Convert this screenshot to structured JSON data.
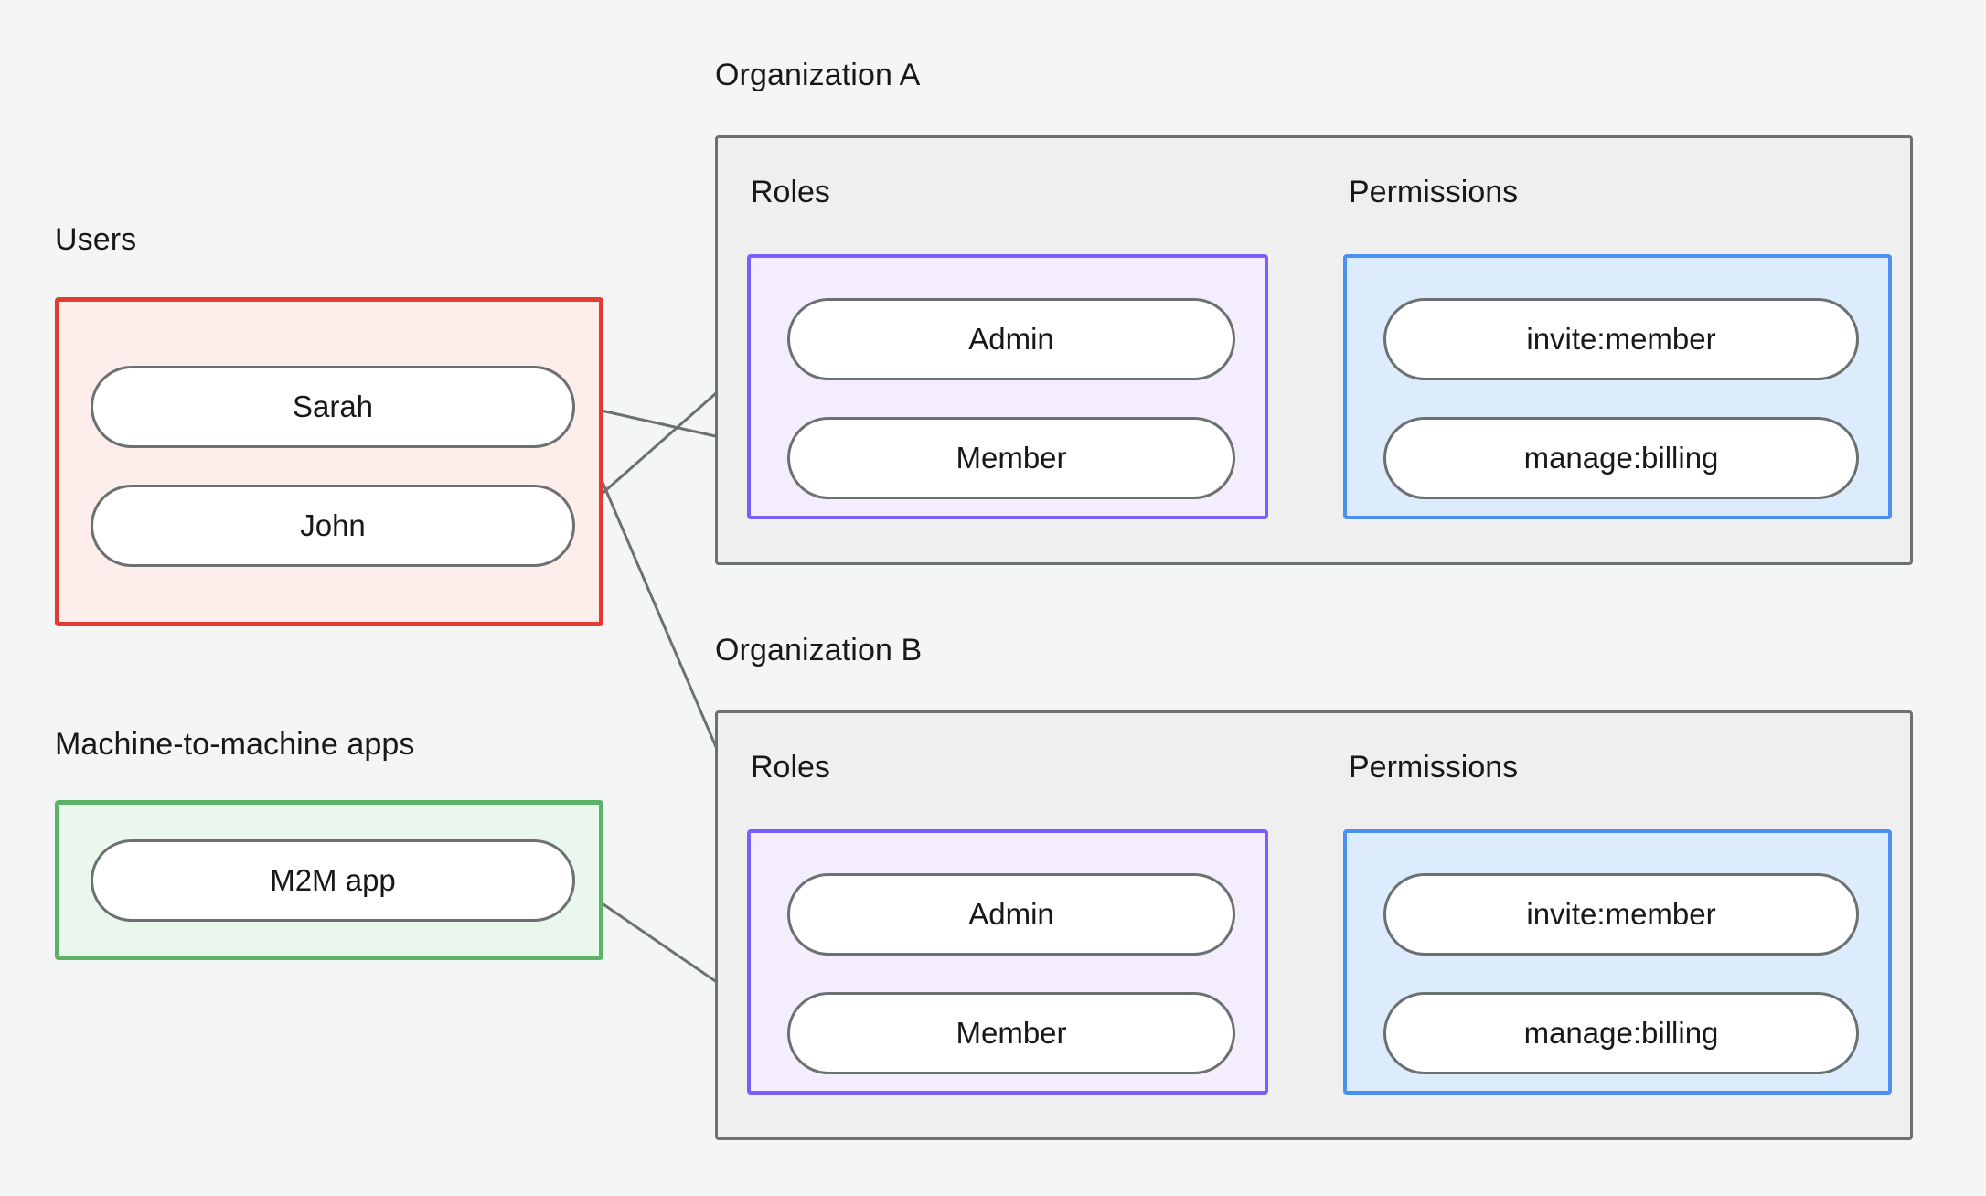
{
  "diagram": {
    "title_users": "Users",
    "title_m2m": "Machine-to-machine apps",
    "title_org_a": "Organization A",
    "title_org_b": "Organization B",
    "label_roles": "Roles",
    "label_permissions": "Permissions",
    "users": [
      {
        "id": "sarah",
        "label": "Sarah"
      },
      {
        "id": "john",
        "label": "John"
      }
    ],
    "m2m_apps": [
      {
        "id": "m2m",
        "label": "M2M app"
      }
    ],
    "organizations": [
      {
        "id": "org_a",
        "name": "Organization A",
        "roles_label": "Roles",
        "permissions_label": "Permissions",
        "roles": [
          {
            "id": "a_admin",
            "label": "Admin"
          },
          {
            "id": "a_member",
            "label": "Member"
          }
        ],
        "permissions": [
          {
            "id": "a_invite",
            "label": "invite:member"
          },
          {
            "id": "a_billing",
            "label": "manage:billing"
          }
        ]
      },
      {
        "id": "org_b",
        "name": "Organization B",
        "roles_label": "Roles",
        "permissions_label": "Permissions",
        "roles": [
          {
            "id": "b_admin",
            "label": "Admin"
          },
          {
            "id": "b_member",
            "label": "Member"
          }
        ],
        "permissions": [
          {
            "id": "b_invite",
            "label": "invite:member"
          },
          {
            "id": "b_billing",
            "label": "manage:billing"
          }
        ]
      }
    ],
    "connections": [
      {
        "from": "john",
        "to": "a_admin"
      },
      {
        "from": "sarah",
        "to": "a_member"
      },
      {
        "from": "sarah",
        "to": "b_admin"
      },
      {
        "from": "m2m",
        "to": "b_member"
      },
      {
        "from": "a_admin",
        "to": "a_invite"
      },
      {
        "from": "a_admin",
        "to": "a_billing"
      },
      {
        "from": "a_member",
        "to": "a_billing"
      },
      {
        "from": "b_admin",
        "to": "b_invite"
      },
      {
        "from": "b_admin",
        "to": "b_billing"
      },
      {
        "from": "b_member",
        "to": "b_billing"
      }
    ],
    "colors": {
      "background": "#f4f6f6",
      "users_border": "#e23b32",
      "users_fill": "#fdedeb",
      "m2m_border": "#5cb368",
      "m2m_fill": "#e9f7ec",
      "roles_border": "#7c5cfa",
      "roles_fill": "#f3edfd",
      "permissions_border": "#4a90f0",
      "permissions_fill": "#ddecfd",
      "org_panel_border": "#6b7070",
      "org_panel_fill": "#eeefee",
      "node_border": "#6b7070",
      "node_fill": "#ffffff",
      "edge": "#6b7070",
      "text": "#16181a"
    }
  }
}
